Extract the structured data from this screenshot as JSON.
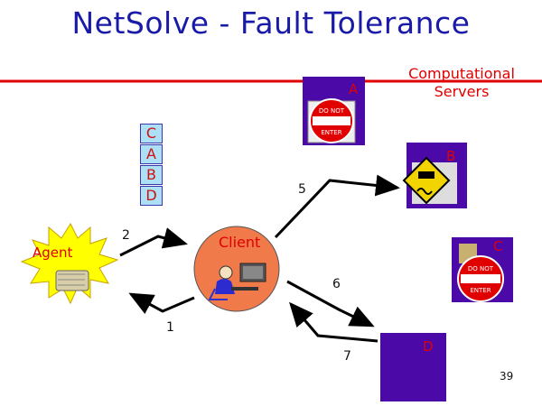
{
  "title": "NetSolve - Fault Tolerance",
  "servers_label": [
    "Computational",
    "Servers"
  ],
  "agent_label": "Agent",
  "client_label": "Client",
  "queue": [
    "C",
    "A",
    "B",
    "D"
  ],
  "servers": [
    {
      "id": "A",
      "icon": "do-not-enter-icon",
      "sign_text": [
        "DO NOT",
        "ENTER"
      ]
    },
    {
      "id": "B",
      "icon": "slippery-road-icon"
    },
    {
      "id": "C",
      "icon": "do-not-enter-icon",
      "sign_text": [
        "DO NOT",
        "ENTER"
      ]
    },
    {
      "id": "D",
      "icon": "none"
    }
  ],
  "steps": [
    "1",
    "2",
    "5",
    "6",
    "7"
  ],
  "page_number": "39",
  "colors": {
    "title": "#1a1aa8",
    "rule": "#e00000",
    "labels": "#e00000",
    "server_box": "#4b0aa8",
    "client_circle": "#f07a4a",
    "agent_star": "#ffff00",
    "queue_box": "#aee0f5"
  }
}
